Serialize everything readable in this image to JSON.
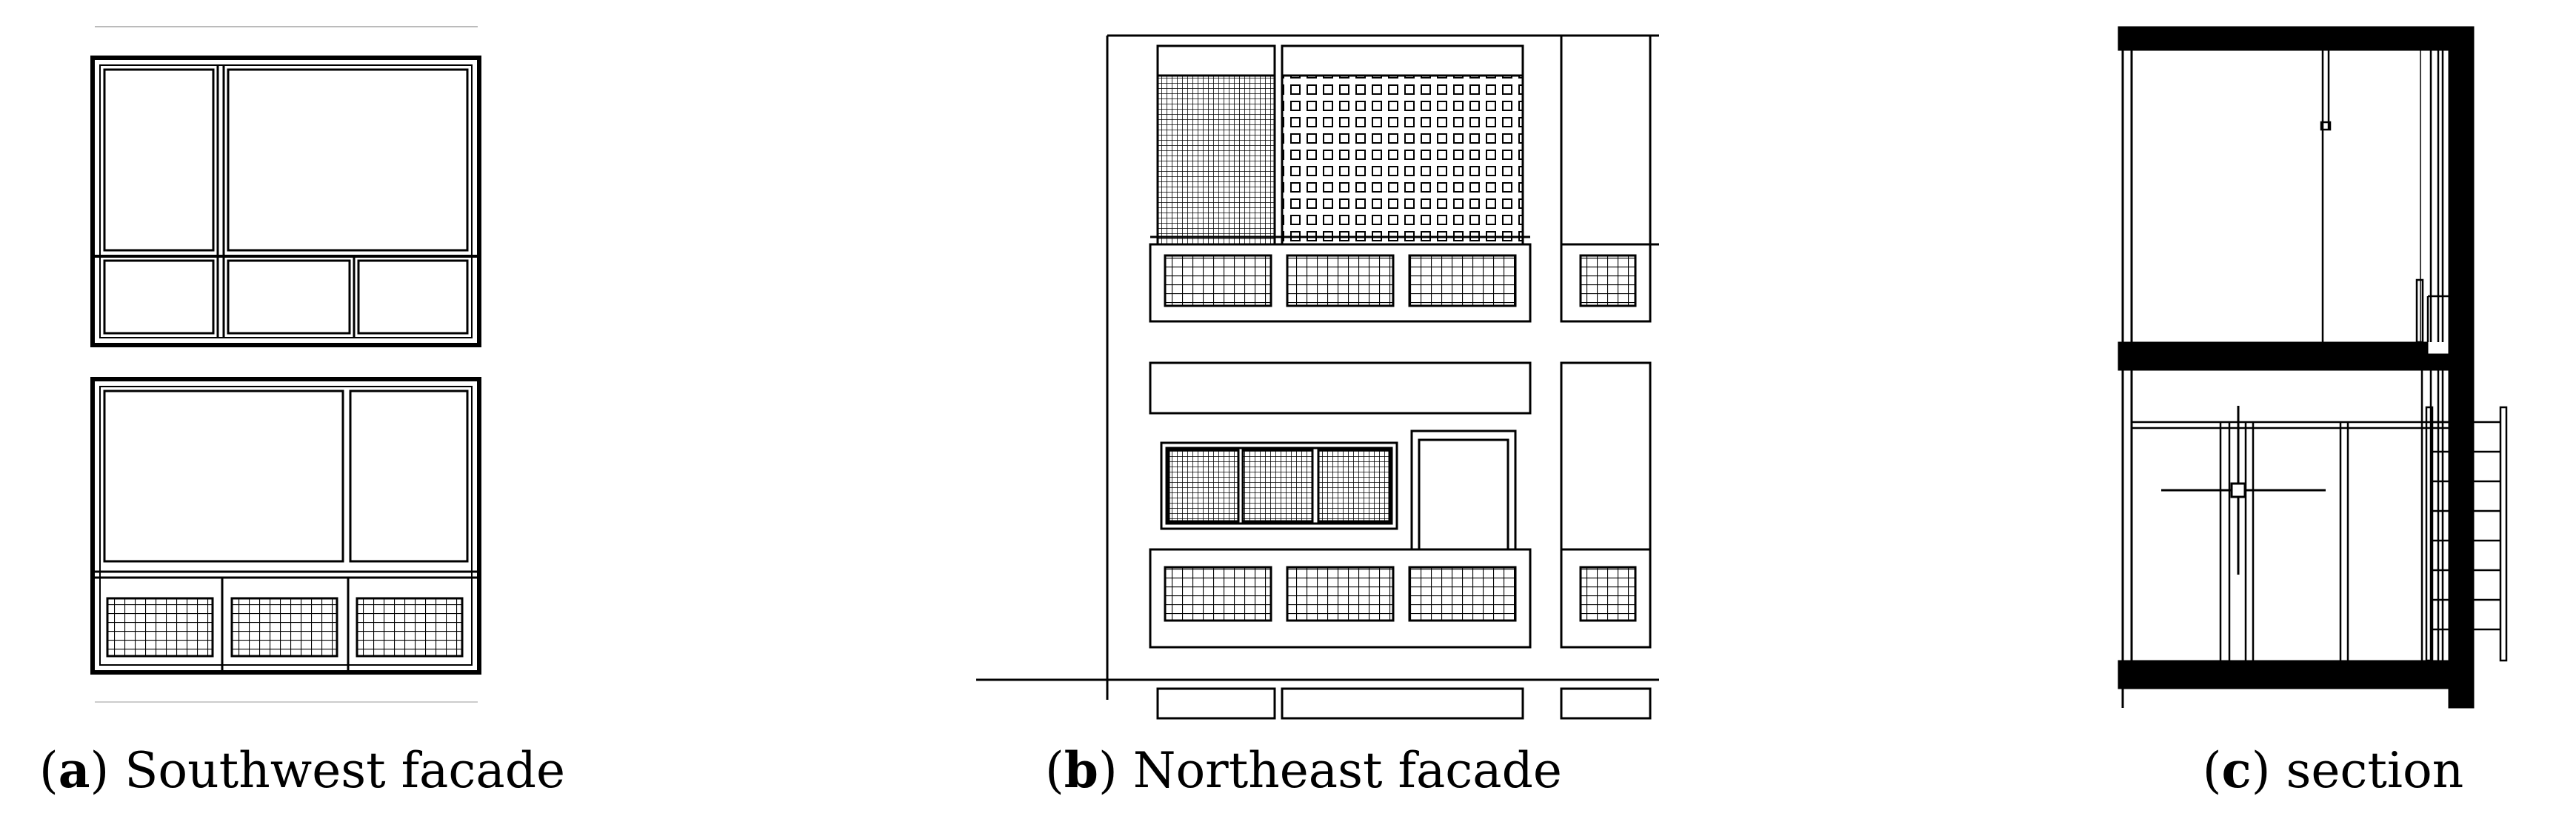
{
  "panels": [
    {
      "letter": "a",
      "label": "Southwest facade"
    },
    {
      "letter": "b",
      "label": "Northeast facade"
    },
    {
      "letter": "c",
      "label": "section"
    }
  ],
  "colors": {
    "line": "#000000",
    "background": "#ffffff"
  }
}
